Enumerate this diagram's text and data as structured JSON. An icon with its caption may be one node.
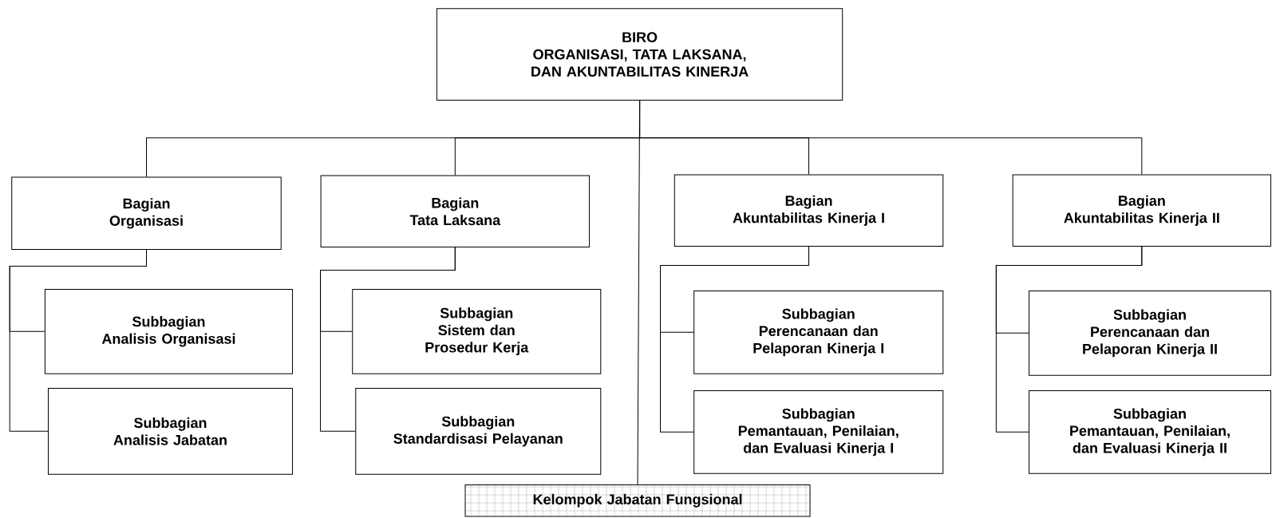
{
  "diagram": {
    "nodes": [
      {
        "text": [
          "BIRO",
          "ORGANISASI, TATA LAKSANA, DAN AKUNTABILITAS KINERJA"
        ]
      },
      {
        "text": [
          "Bagian",
          "Organisasi"
        ]
      },
      {
        "text": [
          "Bagian",
          "Tata Laksana"
        ]
      },
      {
        "text": [
          "Bagian",
          "Akuntabilitas Kinerja I"
        ]
      },
      {
        "text": [
          "Bagian",
          "Akuntabilitas Kinerja II"
        ]
      },
      {
        "text": [
          "Subbagian",
          "Analisis Organisasi"
        ]
      },
      {
        "text": [
          "Subbagian",
          "Analisis Jabatan"
        ]
      },
      {
        "text": [
          "Subbagian",
          "Sistem dan Prosedur Kerja"
        ]
      },
      {
        "text": [
          "Subbagian",
          "Standardisasi Pelayanan"
        ]
      },
      {
        "text": [
          "Subbagian",
          "Perencanaan dan Pelaporan Kinerja I"
        ]
      },
      {
        "text": [
          "Subbagian",
          "Pemantauan, Penilaian, dan Evaluasi Kinerja I"
        ]
      },
      {
        "text": [
          "Subbagian",
          "Perencanaan dan Pelaporan Kinerja II"
        ]
      },
      {
        "text": [
          "Subbagian",
          "Pemantauan, Penilaian, dan Evaluasi Kinerja II"
        ]
      },
      {
        "text": [
          "Kelompok Jabatan Fungsional"
        ]
      }
    ],
    "edges": [
      {
        "from": 0,
        "to": 1,
        "arrow": "none"
      },
      {
        "from": 0,
        "to": 2,
        "arrow": "none"
      },
      {
        "from": 0,
        "to": 3,
        "arrow": "none"
      },
      {
        "from": 0,
        "to": 4,
        "arrow": "none"
      },
      {
        "from": 0,
        "to": 13,
        "arrow": "none"
      },
      {
        "from": 1,
        "to": 5,
        "arrow": "none"
      },
      {
        "from": 1,
        "to": 6,
        "arrow": "none"
      },
      {
        "from": 2,
        "to": 7,
        "arrow": "none"
      },
      {
        "from": 2,
        "to": 8,
        "arrow": "none"
      },
      {
        "from": 3,
        "to": 9,
        "arrow": "none"
      },
      {
        "from": 3,
        "to": 10,
        "arrow": "none"
      },
      {
        "from": 4,
        "to": 11,
        "arrow": "none"
      },
      {
        "from": 4,
        "to": 12,
        "arrow": "none"
      }
    ]
  }
}
